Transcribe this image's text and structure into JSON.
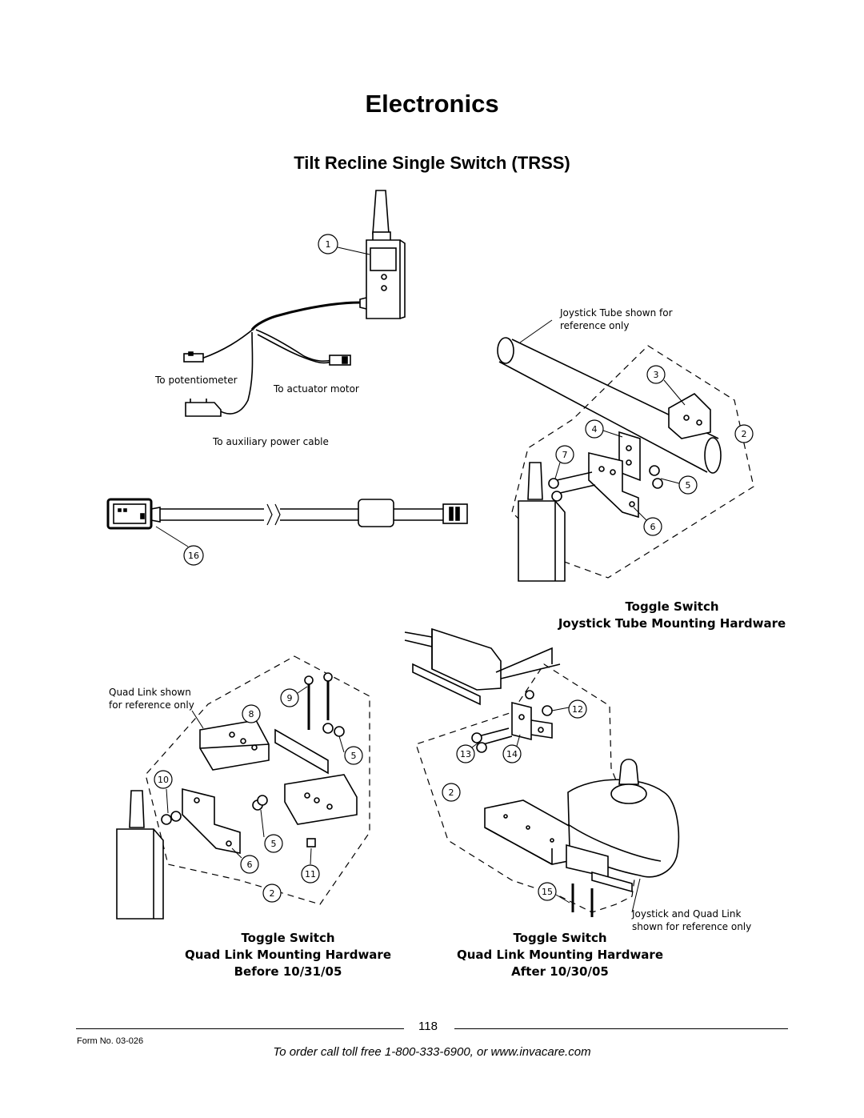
{
  "page": {
    "title": "Electronics",
    "subtitle": "Tilt Recline Single Switch (TRSS)"
  },
  "figure1": {
    "labels": {
      "potentiometer": "To potentiometer",
      "actuator": "To actuator motor",
      "aux_power": "To auxiliary power cable"
    },
    "callouts": [
      "1",
      "16"
    ]
  },
  "figure2": {
    "note_line1": "Joystick Tube shown for",
    "note_line2": "reference only",
    "callouts": [
      "2",
      "3",
      "4",
      "5",
      "6",
      "7"
    ],
    "caption_line1": "Toggle Switch",
    "caption_line2": "Joystick Tube Mounting Hardware"
  },
  "figure3": {
    "note_line1": "Quad Link shown",
    "note_line2": "for reference only",
    "callouts": [
      "2",
      "5",
      "5",
      "6",
      "8",
      "9",
      "10",
      "11"
    ],
    "caption_line1": "Toggle Switch",
    "caption_line2": "Quad Link Mounting Hardware",
    "caption_line3": "Before 10/31/05"
  },
  "figure4": {
    "note_line1": "Joystick and Quad Link",
    "note_line2": "shown for reference only",
    "callouts": [
      "2",
      "12",
      "13",
      "14",
      "15"
    ],
    "caption_line1": "Toggle Switch",
    "caption_line2": "Quad Link Mounting Hardware",
    "caption_line3": "After 10/30/05"
  },
  "footer": {
    "page_number": "118",
    "form_number": "Form No.  03-026",
    "order_text": "To order call toll free 1-800-333-6900, or www.invacare.com"
  }
}
